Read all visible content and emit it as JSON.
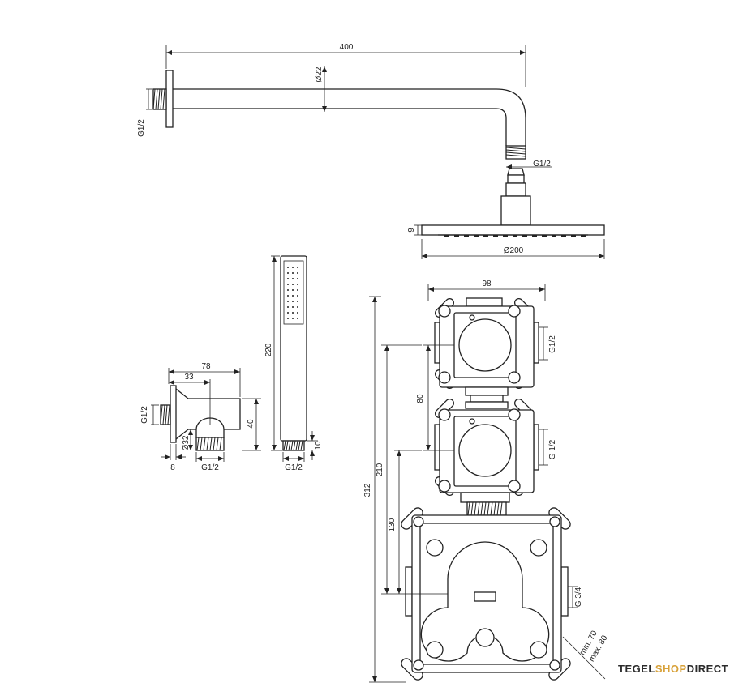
{
  "dimensions": {
    "arm_length": "400",
    "arm_diameter": "Ø22",
    "wall_thread": "G1/2",
    "arm_thread": "G1/2",
    "head_thickness": "9",
    "head_diameter": "Ø200",
    "valve_width": "98",
    "valve_thread_top": "G1/2",
    "valve_spacing": "80",
    "valve_thread_mid": "G 1/2",
    "total_height": "312",
    "height_210": "210",
    "height_130": "130",
    "box_thread": "G 3/4",
    "depth_range_min": "min. 70",
    "depth_range_max": "max. 80",
    "hand_shower_length": "220",
    "hand_shower_thread_len": "10",
    "hand_shower_thread": "G1/2",
    "elbow_width_total": "78",
    "elbow_width_inner": "33",
    "elbow_height": "40",
    "elbow_thread_left": "G1/2",
    "elbow_diameter": "Ø32",
    "elbow_flange": "8",
    "elbow_thread_bottom": "G1/2"
  },
  "logo": {
    "part1": "TEGEL",
    "part2": "SHOP",
    "part3": "DIRECT"
  }
}
